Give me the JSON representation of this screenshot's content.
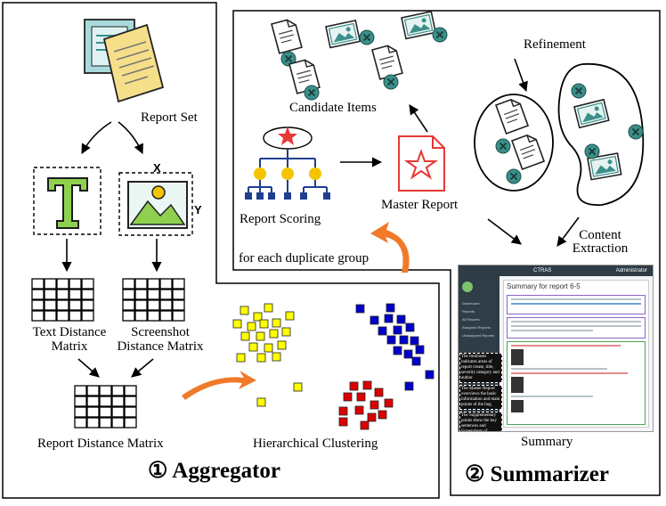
{
  "labels": {
    "report_set": "Report Set",
    "text_matrix": "Text Distance\nMatrix",
    "screenshot_matrix": "Screenshot\nDistance Matrix",
    "report_matrix": "Report Distance Matrix",
    "hier_clustering": "Hierarchical Clustering",
    "candidate_items": "Candidate Items",
    "report_scoring": "Report Scoring",
    "master_report": "Master Report",
    "refinement": "Refinement",
    "content_extraction": "Content\nExtraction",
    "duplicate_group": "for each duplicate group",
    "summary": "Summary",
    "axis_x": "X",
    "axis_y": "Y",
    "aggregator_title": "① Aggregator",
    "summarizer_title": "② Summarizer"
  },
  "summary_screenshot": {
    "app_name": "CTRAS",
    "user": "Administrator",
    "title": "Summary for report 6-5",
    "nav": [
      "Dashboard",
      "Reports",
      "All Reports",
      "Assigned Reports",
      "Unassigned Reports"
    ],
    "notes": [
      "The Intubuses indicates areas of report create, title, severity category and author",
      "The Master Report overviews the basic information and main points of the bug",
      "The Supplementary points show the key sentences and Screenshots of duplicate reports"
    ]
  },
  "colors": {
    "cluster_yellow": "#ffff00",
    "cluster_blue": "#0000cc",
    "cluster_red": "#dd0000",
    "accent_orange": "#f07a2a",
    "icon_teal": "#3b8f8a",
    "report_red": "#e53935",
    "node_gold": "#f5c400",
    "node_navy": "#1f3f8f"
  },
  "icons": [
    "report-set-icon",
    "text-icon",
    "image-icon",
    "document-icon",
    "image-card-icon",
    "remove-icon",
    "star-icon",
    "master-report-icon"
  ]
}
